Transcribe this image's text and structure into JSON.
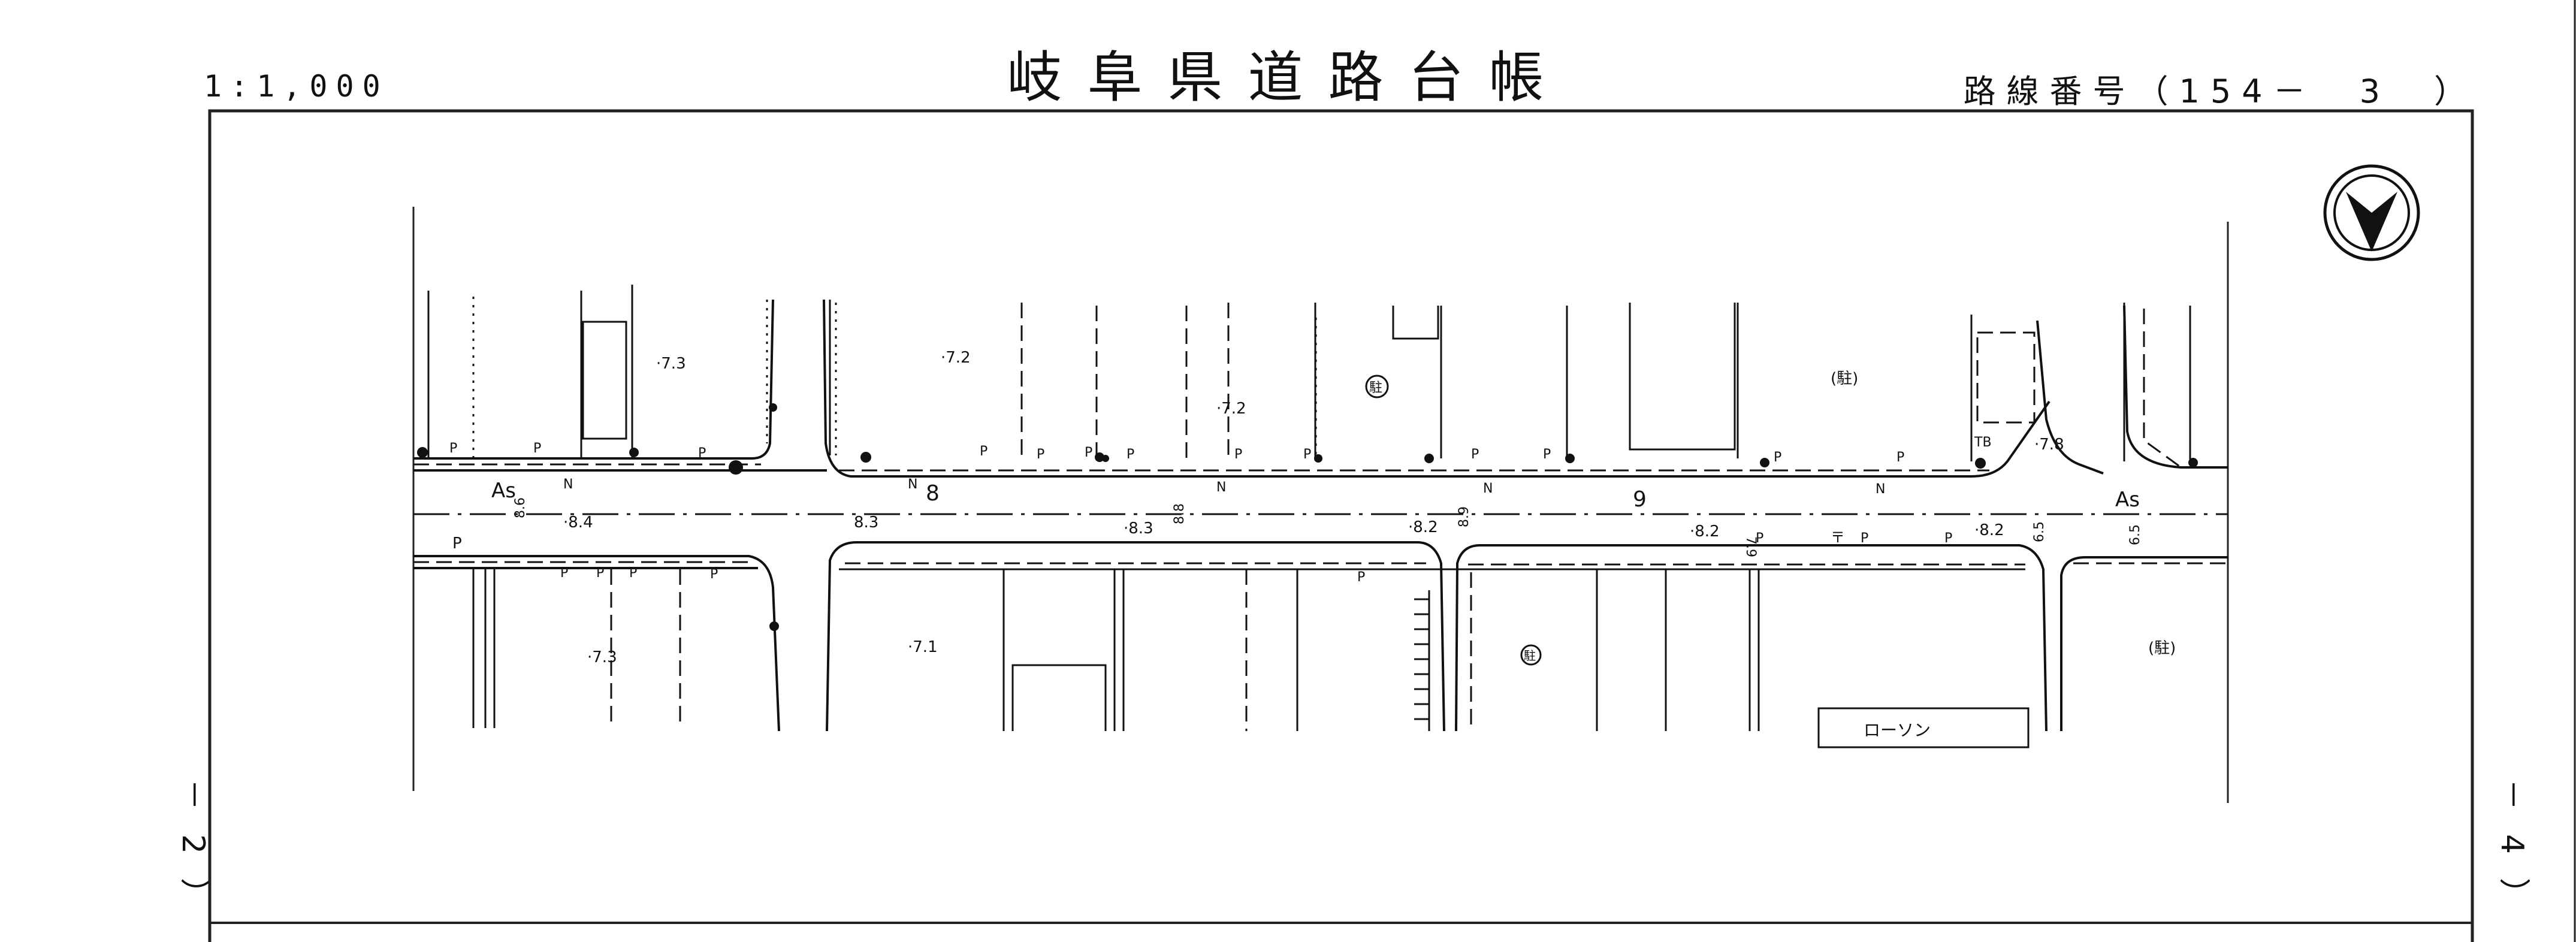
{
  "header": {
    "title": "岐阜県道路台帳",
    "scale": "1:1,000",
    "route_number": "路線番号（154－　3　）"
  },
  "side_labels": {
    "left": "－2）",
    "right": "－4）"
  },
  "map": {
    "north_arrow_icon": "north-arrow-icon",
    "surface_labels": [
      "As",
      "As"
    ],
    "station_numbers": [
      "8",
      "9"
    ],
    "elevations_north": [
      "·7.3",
      "·7.2",
      "·7.2",
      "·7.8"
    ],
    "elevations_road": [
      "·8.4",
      "8.3",
      "·8.3",
      "·8.2",
      "·8.2",
      "·8.2"
    ],
    "elevations_south": [
      "·7.3",
      "·7.1"
    ],
    "widths": [
      "8.6",
      "8.8",
      "8.9",
      "7.9",
      "6.5",
      "6.5"
    ],
    "symbols": {
      "pole": "P",
      "drain": "N",
      "building": "ll",
      "parking": "(駐)",
      "terminal_box": "TB"
    },
    "store_label": "ローソン",
    "mailbox_symbol": "〒",
    "parking_circle": "駐"
  }
}
